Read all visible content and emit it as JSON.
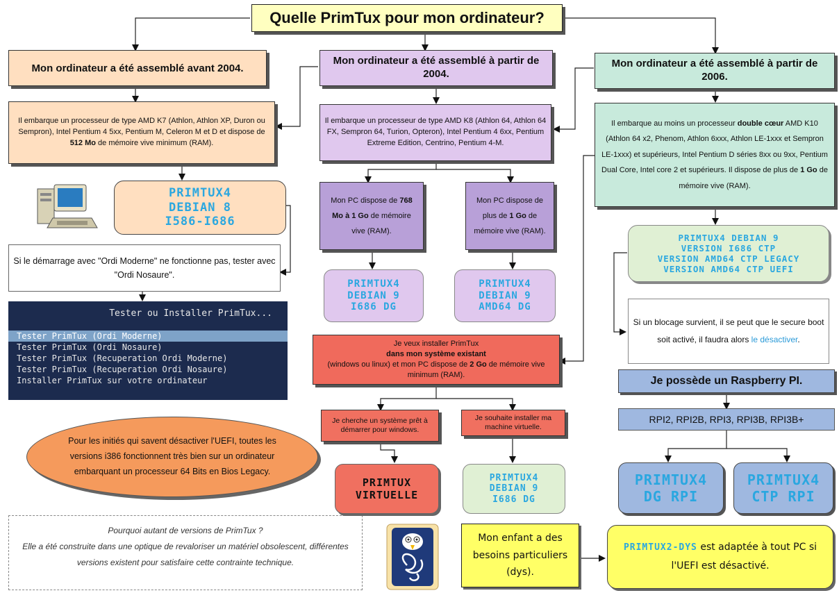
{
  "title": "Quelle PrimTux pour mon ordinateur?",
  "col1": {
    "header": "Mon ordinateur a été assemblé avant 2004.",
    "desc_pre": "Il embarque un processeur de type AMD K7 (Athlon, Athlon XP, Duron ou Sempron), Intel Pentium 4 5xx, Pentium M, Celeron M et D et dispose de ",
    "desc_bold": "512 Mo",
    "desc_post": " de mémoire vive minimum (RAM).",
    "primtux": [
      "PRIMTUX4",
      "DEBIAN 8",
      "I586-I686"
    ],
    "note": "Si le démarrage avec \"Ordi Moderne\" ne fonctionne pas, tester avec \"Ordi Nosaure\".",
    "boot_menu": {
      "title": "Tester ou Installer PrimTux...",
      "items": [
        "Tester PrimTux (Ordi Moderne)",
        "Tester PrimTux (Ordi Nosaure)",
        "Tester PrimTux (Recuperation Ordi Moderne)",
        "Tester PrimTux (Recuperation Ordi Nosaure)",
        "Installer PrimTux sur votre ordinateur"
      ]
    },
    "uefi_note": "Pour les initiés qui savent désactiver l'UEFI, toutes les versions i386 fonctionnent très bien sur un ordinateur embarquant un processeur 64 Bits en Bios Legacy.",
    "why": {
      "line1": "Pourquoi autant de versions de PrimTux ?",
      "line2": "Elle a été construite dans une optique de revaloriser un matériel obsolescent, différentes versions existent pour satisfaire cette contrainte technique."
    }
  },
  "col2": {
    "header": "Mon ordinateur a été assemblé à partir de 2004.",
    "desc": "Il embarque un processeur de type AMD K8 (Athlon 64, Athlon 64 FX, Sempron 64, Turion, Opteron), Intel Pentium 4 6xx, Pentium Extreme Edition, Centrino, Pentium 4-M.",
    "ram_left": {
      "pre": "Mon PC dispose de ",
      "bold": "768 Mo à 1 Go",
      "post": " de mémoire vive (RAM)."
    },
    "ram_right": {
      "pre": "Mon PC dispose de plus de ",
      "bold": "1 Go",
      "post": " de mémoire vive (RAM)."
    },
    "primtux_left": [
      "PRIMTUX4",
      "DEBIAN 9",
      "I686 DG"
    ],
    "primtux_right": [
      "PRIMTUX4",
      "DEBIAN 9",
      "AMD64 DG"
    ],
    "install": {
      "line1": "Je veux installer PrimTux",
      "line2": "dans mon système existant",
      "line3_pre": "(windows ou linux) et mon PC dispose de ",
      "line3_bold": "2 Go",
      "line3_post": " de mémoire vive minimum (RAM)."
    },
    "windows_box": "Je cherche un système prêt à démarrer pour windows.",
    "vm_box": "Je souhaite installer ma machine virtuelle.",
    "primtux_virtuelle": [
      "PRIMTUX",
      "VIRTUELLE"
    ],
    "primtux_vm": [
      "PRIMTUX4",
      "DEBIAN 9",
      "I686 DG"
    ],
    "dys_box": "Mon enfant a des besoins particuliers (dys)."
  },
  "col3": {
    "header": "Mon ordinateur a été assemblé à partir de 2006.",
    "desc_pre": "Il embarque au moins un processeur ",
    "desc_bold1": "double cœur",
    "desc_mid": " AMD K10 (Athlon 64 x2, Phenom, Athlon 6xxx, Athlon LE-1xxx et Sempron LE-1xxx) et supérieurs, Intel Pentium D séries 8xx ou 9xx, Pentium Dual Core, Intel core 2 et supérieurs. Il dispose de plus de ",
    "desc_bold2": "1 Go",
    "desc_post": " de mémoire vive (RAM).",
    "primtux": [
      "PRIMTUX4 DEBIAN 9",
      "VERSION I686 CTP",
      "VERSION AMD64 CTP LEGACY",
      "VERSION AMD64 CTP UEFI"
    ],
    "secure_pre": "Si un blocage survient, il se peut que le secure boot soit activé, il faudra alors ",
    "secure_link": "le désactiver",
    "secure_post": ".",
    "rpi_header": "Je possède un Raspberry PI.",
    "rpi_models": "RPI2, RPI2B, RPI3, RPI3B, RPI3B+",
    "rpi_left": [
      "PRIMTUX4",
      "DG RPI"
    ],
    "rpi_right": [
      "PRIMTUX4",
      "CTP RPI"
    ],
    "dys_name": "PRIMTUX2-DYS",
    "dys_rest": " est adaptée à tout PC  si l'UEFI est désactivé."
  },
  "colors": {
    "title_bg": "#ffffc0",
    "col1_bg": "#ffdfc0",
    "col2_bg": "#e0c8ee",
    "col2_dark": "#b8a0d8",
    "col3_bg": "#c8eadc",
    "col3_light": "#e0f0d4",
    "salmon": "#f07060",
    "red_box": "#f06a5c",
    "rpi_blue": "#9fb8e0",
    "yellow": "#ffff66",
    "menu_bg": "#1c2b4e",
    "link": "#2a9ad8"
  }
}
